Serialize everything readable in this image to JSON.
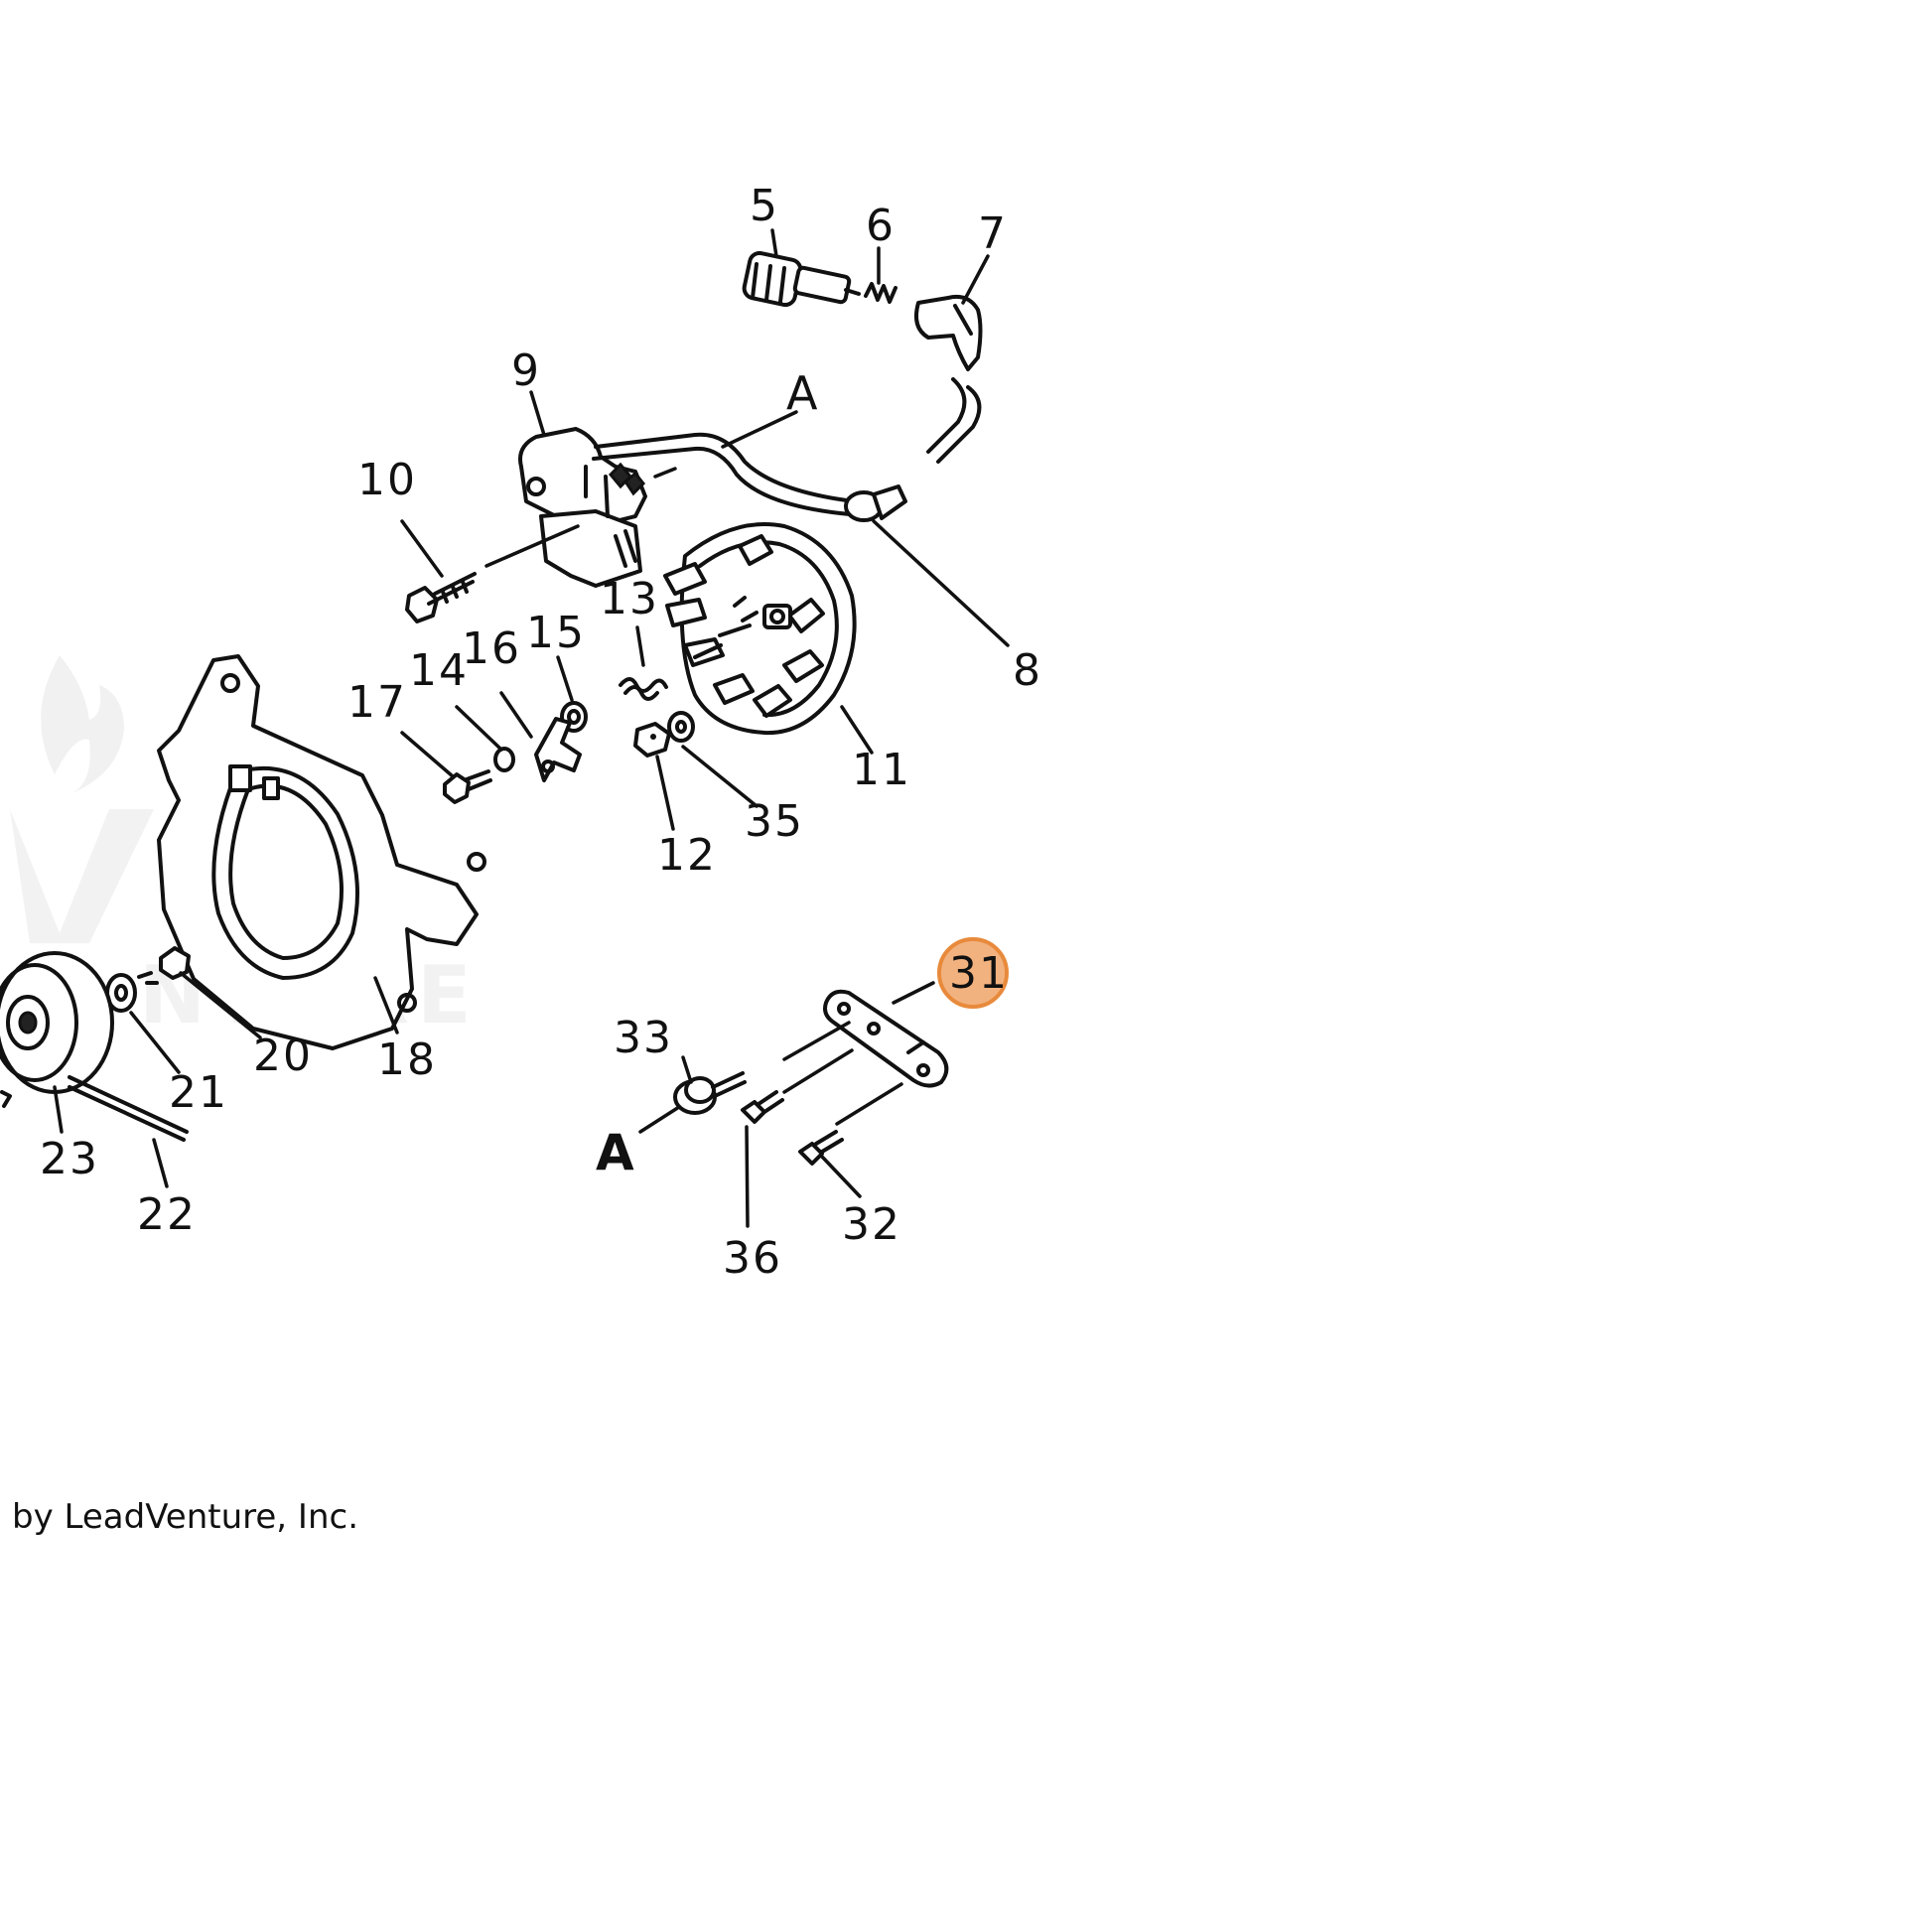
{
  "diagram": {
    "callouts": {
      "c5": "5",
      "c6": "6",
      "c7": "7",
      "c8": "8",
      "c9": "9",
      "c10": "10",
      "c11": "11",
      "c12": "12",
      "c13": "13",
      "c14": "14",
      "c15": "15",
      "c16": "16",
      "c17": "17",
      "c18": "18",
      "c20": "20",
      "c21": "21",
      "c22": "22",
      "c23": "23",
      "c31": "31",
      "c32": "32",
      "c33": "33",
      "c35": "35",
      "c36": "36"
    },
    "ref_upper": "A",
    "ref_lower": "A",
    "highlighted_part": "31",
    "highlight_color": "#f2b27f",
    "watermark": "NTURE"
  },
  "footer": {
    "copyright": "by LeadVenture, Inc."
  }
}
